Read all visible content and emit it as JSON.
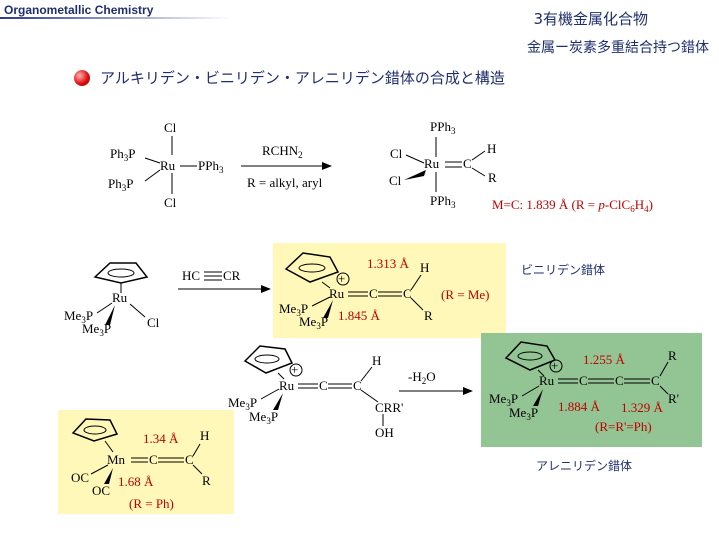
{
  "header": {
    "brand": "Organometallic Chemistry",
    "title": "3有機金属化合物",
    "subtitle": "金属ー炭素多重結合持つ錯体"
  },
  "section": {
    "heading": "アルキリデン・ビニリデン・アレニリデン錯体の合成と構造"
  },
  "reaction1": {
    "reagent": "RCHN",
    "reagent_sub": "2",
    "condition": "R = alkyl, aryl",
    "reactant": {
      "metal": "Ru",
      "cl_top": "Cl",
      "cl_bottom": "Cl",
      "ph3p_top": "Ph",
      "ph3p_bottom": "Ph",
      "pph3_right": "PPh",
      "sub3": "3",
      "p": "P"
    },
    "product": {
      "metal": "Ru",
      "carbon": "C",
      "h": "H",
      "r": "R",
      "cl_top": "Cl",
      "cl_bottom": "Cl",
      "pph3_top": "PPh",
      "pph3_bottom": "PPh",
      "sub3": "3"
    },
    "bond_note_a": "M=C: 1.839 Å (R = ",
    "bond_note_p": "p",
    "bond_note_b": "-ClC",
    "bond_note_sub6": "6",
    "bond_note_c": "H",
    "bond_note_sub4": "4",
    "bond_note_d": ")"
  },
  "reaction2": {
    "reagent_left": "HC",
    "reagent_right": "CR",
    "reactant": {
      "metal": "Ru",
      "me3p_a": "Me",
      "me3p_b": "Me",
      "cl": "Cl",
      "sub3": "3",
      "p": "P"
    },
    "vinylidene": {
      "label": "ビニリデン錯体",
      "metal": "Ru",
      "plus": "+",
      "c1": "C",
      "c2": "C",
      "h": "H",
      "r": "R",
      "bond1": "1.313 Å",
      "bond2": "1.845 Å",
      "cond": "(R = Me)",
      "me": "Me",
      "sub3": "3",
      "p": "P"
    }
  },
  "reaction3": {
    "reagent": "-H",
    "reagent_sub": "2",
    "reagent_o": "O",
    "intermediate": {
      "metal": "Ru",
      "plus": "+",
      "c1": "C",
      "c2": "C",
      "h": "H",
      "crr": "CRR'",
      "oh": "OH",
      "me": "Me",
      "sub3": "3",
      "p": "P"
    },
    "allenylidene": {
      "label": "アレニリデン錯体",
      "metal": "Ru",
      "plus": "+",
      "c1": "C",
      "c2": "C",
      "c3": "C",
      "r_top": "R",
      "r_bottom": "R'",
      "bond1": "1.255 Å",
      "bond2": "1.884 Å",
      "bond3": "1.329 Å",
      "cond": "(R=R'=Ph)",
      "me": "Me",
      "sub3": "3",
      "p": "P"
    }
  },
  "mn_complex": {
    "metal": "Mn",
    "c1": "C",
    "c2": "C",
    "h": "H",
    "r": "R",
    "oc_a": "OC",
    "oc_b": "OC",
    "bond1": "1.34 Å",
    "bond2": "1.68 Å",
    "cond": "(R = Ph)"
  },
  "colors": {
    "navy": "#1f2f6e",
    "highlight_yellow": "#fff8b8",
    "highlight_green": "#93c493",
    "note_red": "#c00000"
  }
}
